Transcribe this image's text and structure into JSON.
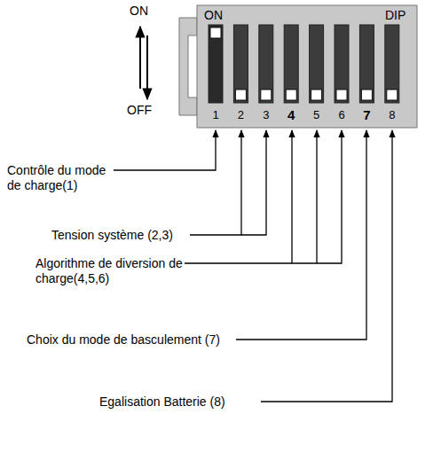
{
  "diagram": {
    "labels": [
      "ON",
      "OFF",
      "ON",
      "DIP",
      "1",
      "2",
      "3",
      "4",
      "5",
      "6",
      "7",
      "8",
      "Contrôle du mode de charge(1)",
      "Tension système (2,3)",
      "Algorithme de diversion de charge(4,5,6)",
      "Choix du mode de basculement (7)",
      "Egalisation Batterie (8)"
    ]
  }
}
